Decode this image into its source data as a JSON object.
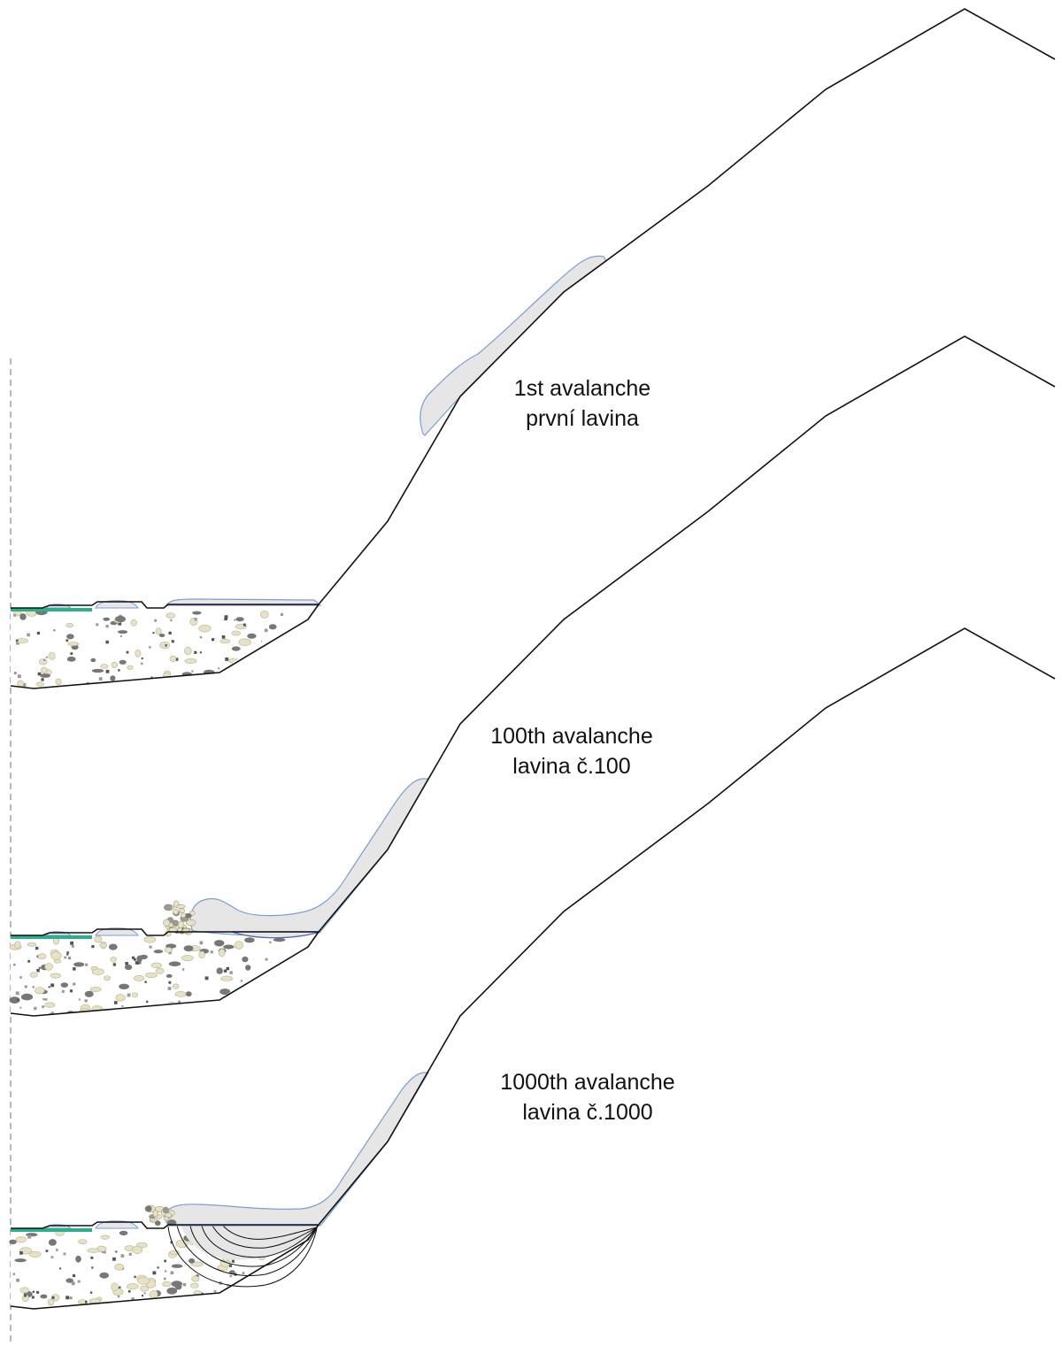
{
  "stages": [
    {
      "id": "first",
      "label_en": "1st avalanche",
      "label_cz": "první lavina"
    },
    {
      "id": "hundred",
      "label_en": "100th avalanche",
      "label_cz": "lavina č.100"
    },
    {
      "id": "thousand",
      "label_en": "1000th avalanche",
      "label_cz": "lavina č.1000"
    }
  ],
  "colors": {
    "outline": "#111111",
    "snow_fill": "#e6e6e6",
    "snow_edge": "#7a9fd6",
    "water": "#2bb08c",
    "pebble_light": "#e8e2c4",
    "pebble_dark": "#777777",
    "axis": "#888888"
  },
  "icons": [
    "sediment-pebbles",
    "snow-deposit",
    "water-surface"
  ]
}
